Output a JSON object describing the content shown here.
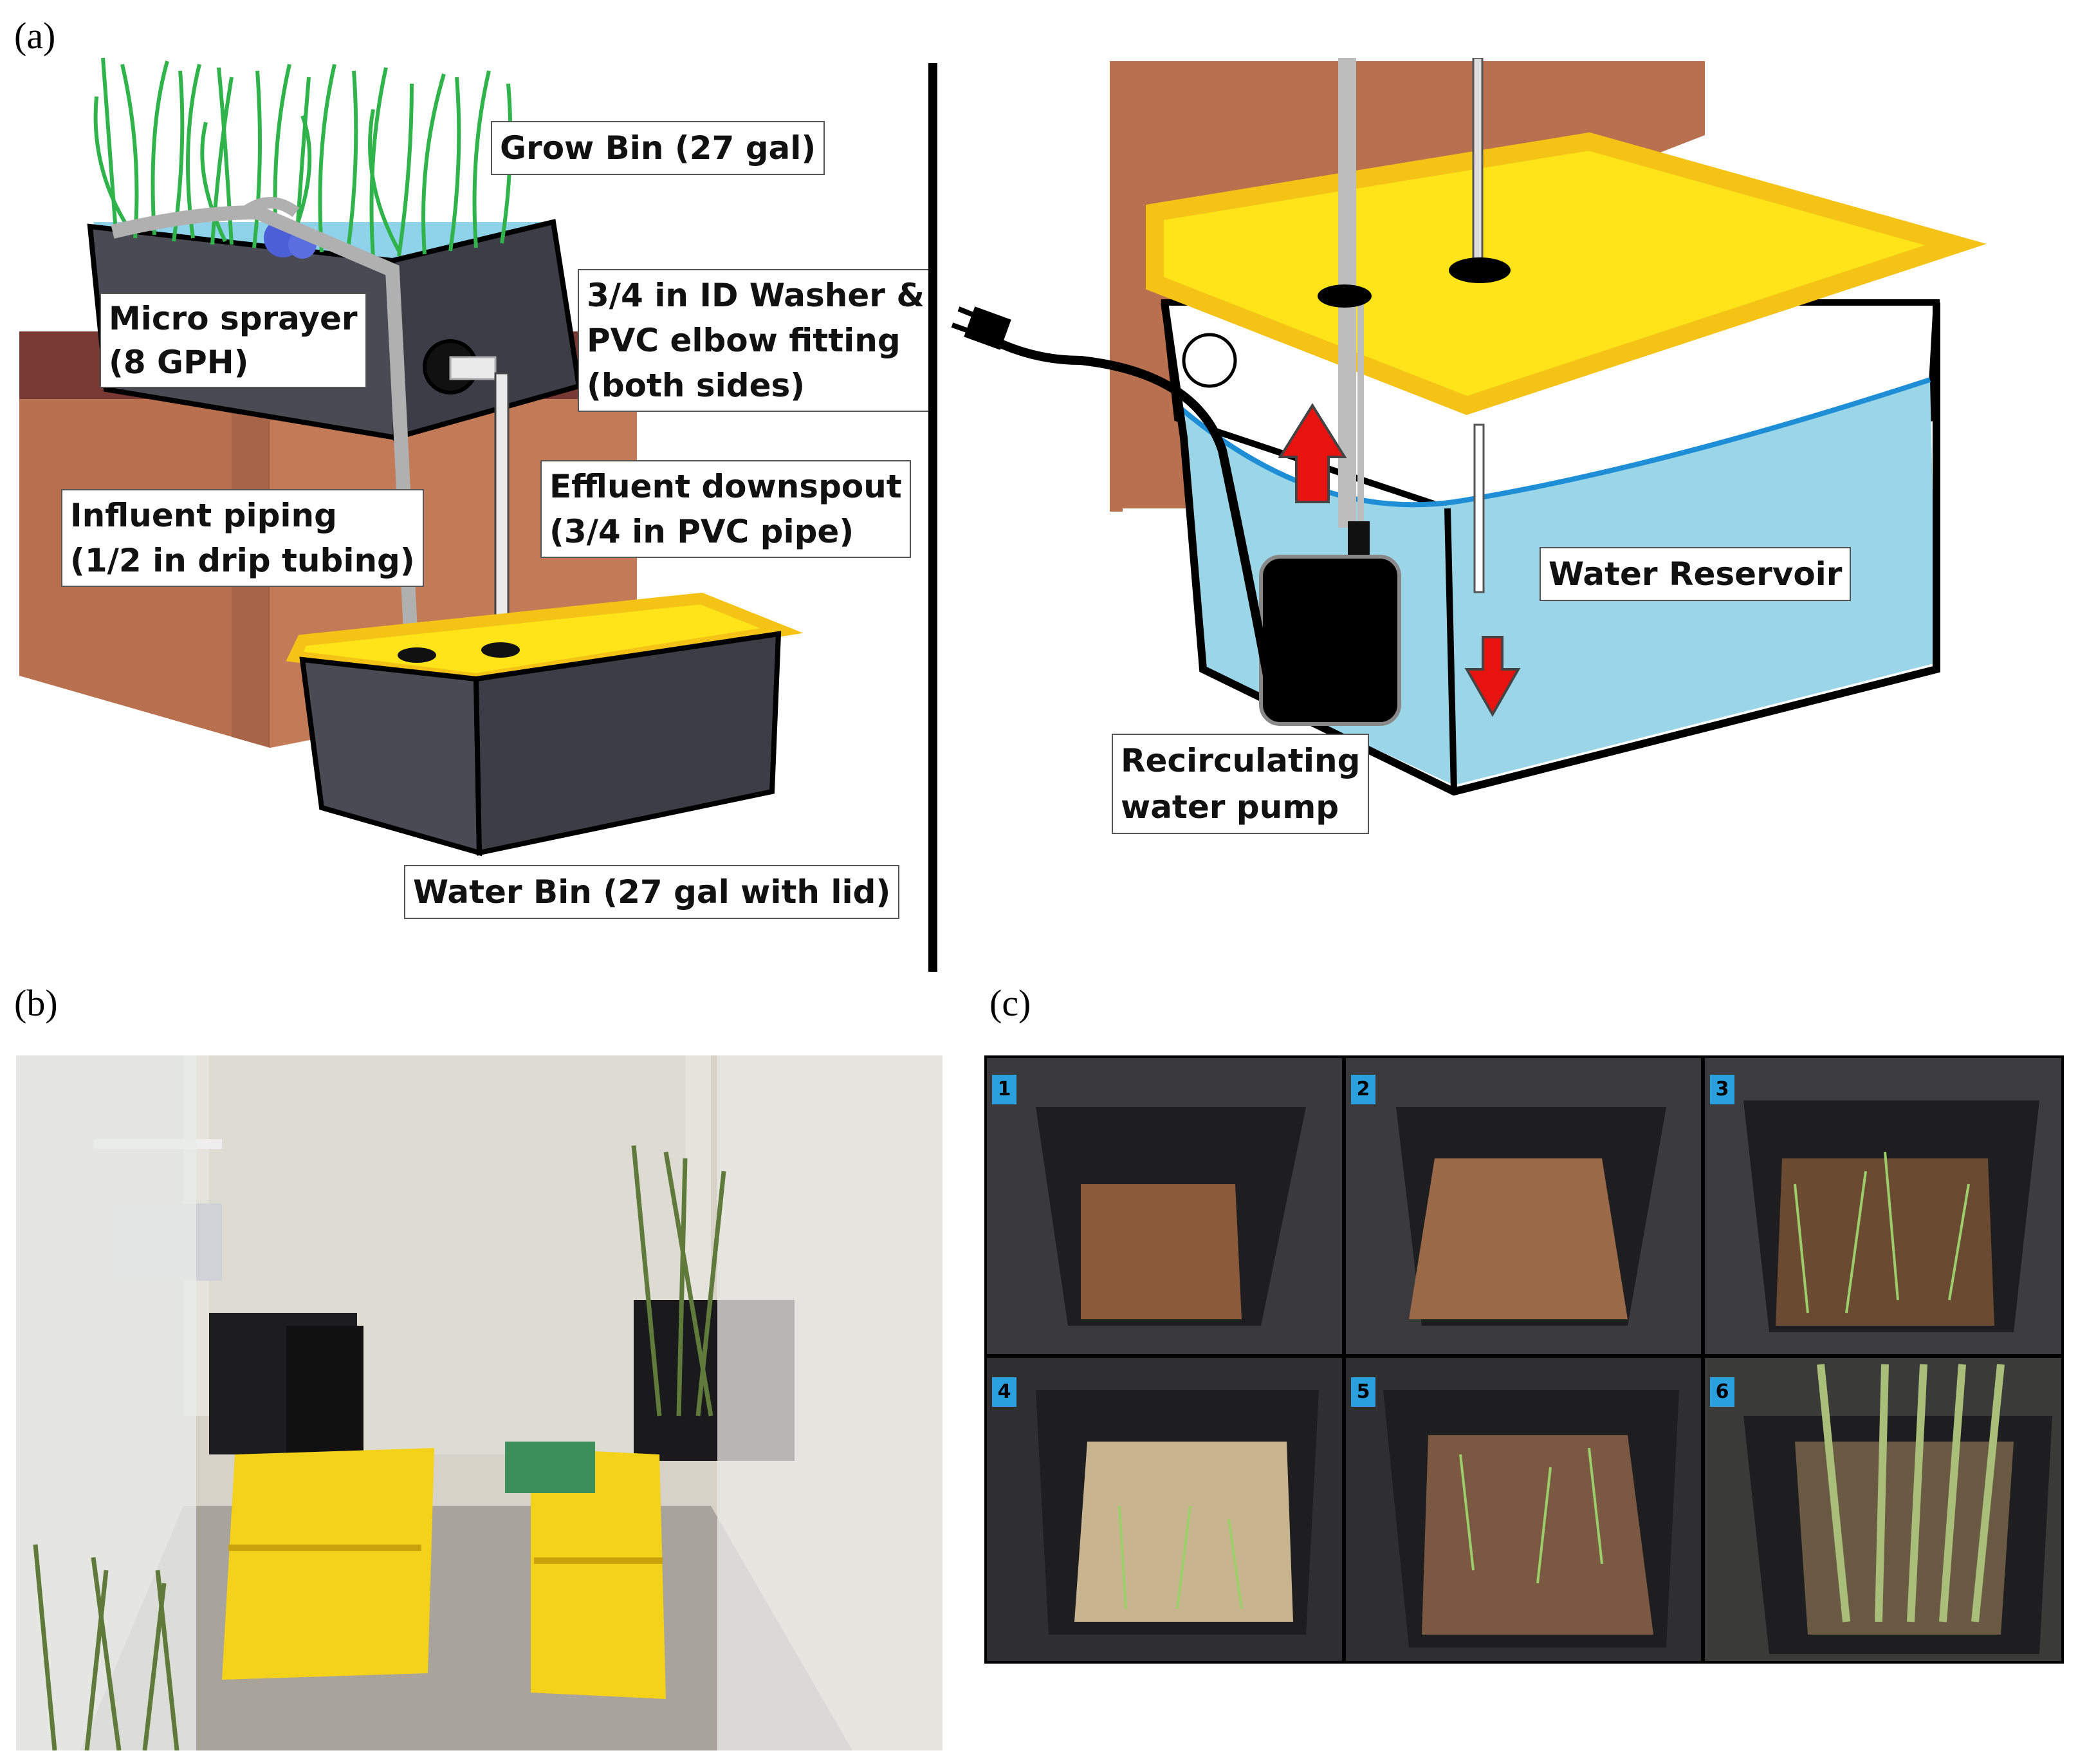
{
  "panels": {
    "a": "(a)",
    "b": "(b)",
    "c": "(c)"
  },
  "callouts": {
    "grow_bin": "Grow Bin (27 gal)",
    "micro_sprayer_l1": "Micro sprayer",
    "micro_sprayer_l2": "(8 GPH)",
    "washer_l1": "3/4 in ID Washer &",
    "washer_l2": "PVC elbow fitting",
    "washer_l3": "(both sides)",
    "effluent_l1": "Effluent downspout",
    "effluent_l2": "(3/4 in PVC pipe)",
    "influent_l1": "Influent piping",
    "influent_l2": "(1/2 in drip tubing)",
    "water_bin": "Water Bin (27 gal with lid)",
    "water_reservoir": "Water Reservoir",
    "pump_l1": "Recirculating",
    "pump_l2": "water pump"
  },
  "tiles": [
    "1",
    "2",
    "3",
    "4",
    "5",
    "6"
  ],
  "colors": {
    "lid_yellow": "#ffe41a",
    "lid_rim": "#f5c316",
    "bin_gray": "#4a4a55",
    "water_blue": "#9bd6e8",
    "box_brown": "#b8704e",
    "wall_brown": "#7a3a34",
    "plant_green": "#2fb34a",
    "arrow_red": "#e8120f"
  }
}
